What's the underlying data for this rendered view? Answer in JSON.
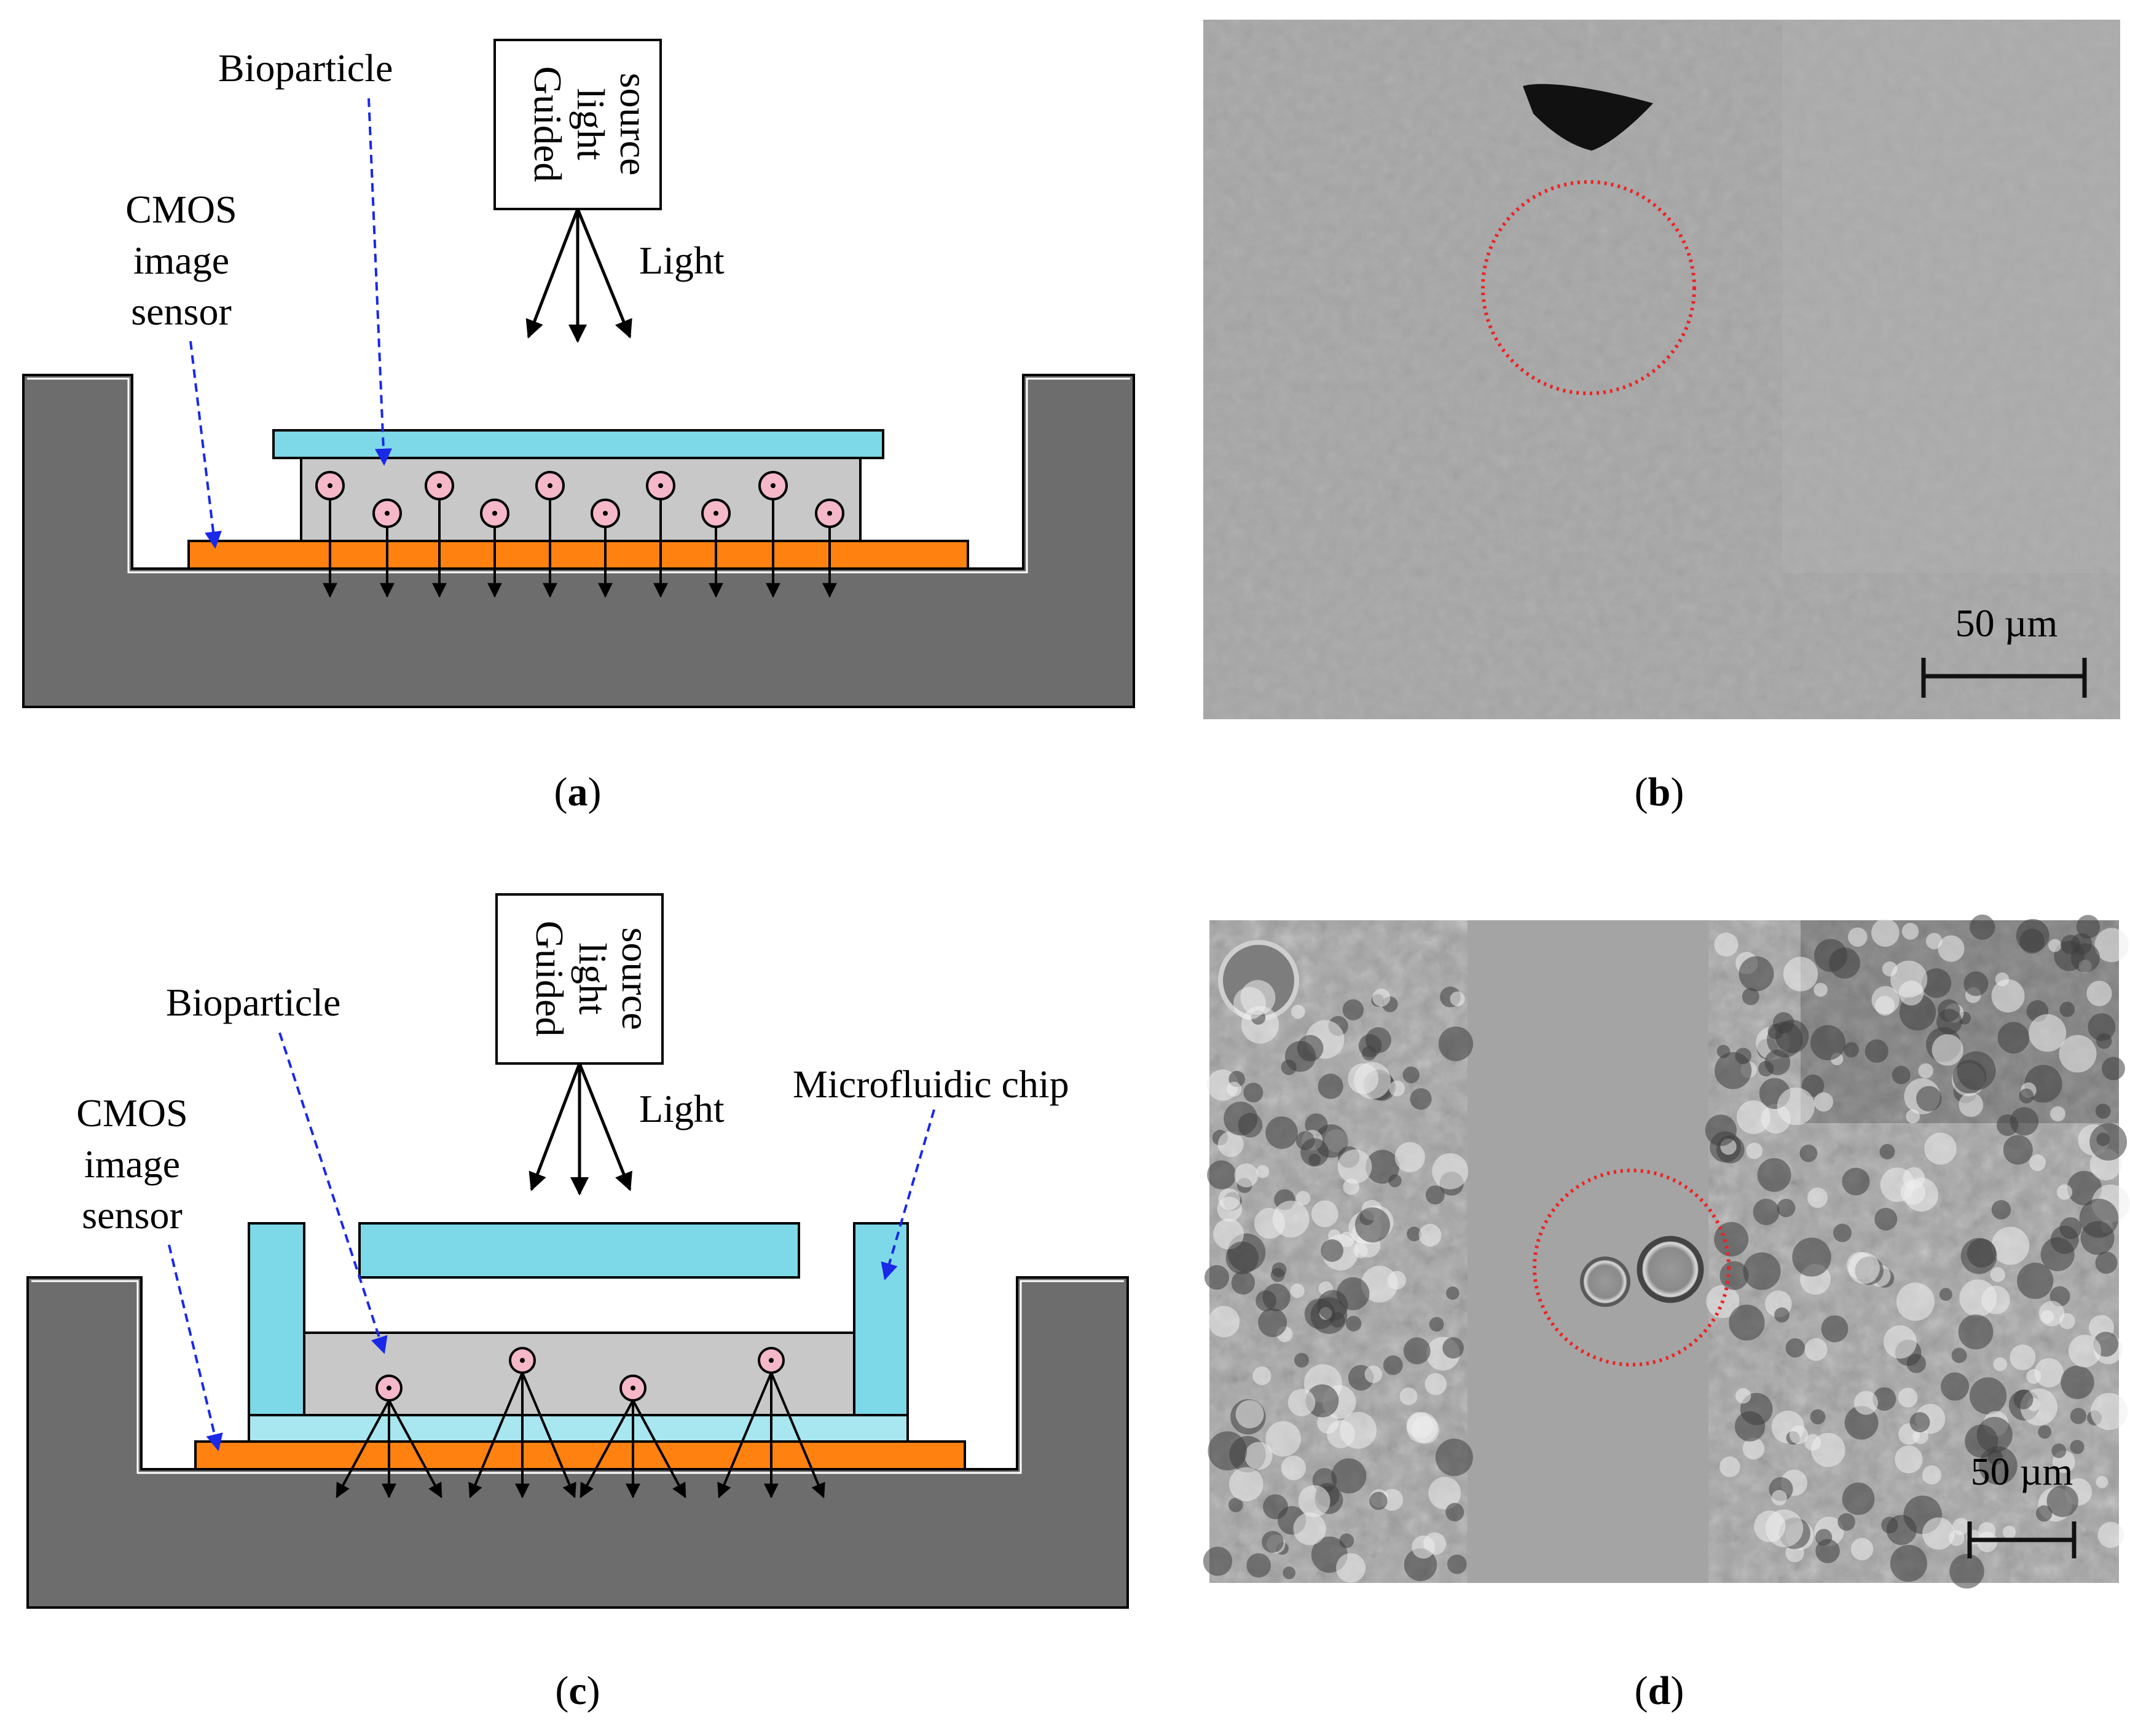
{
  "panel_a": {
    "panel_label_open": "(",
    "panel_label_letter": "a",
    "panel_label_close": ")",
    "light_source_lines": [
      "Guided",
      "light",
      "source"
    ],
    "light_label": "Light",
    "bioparticle_label": "Bioparticle",
    "cmos_label_lines": [
      "CMOS",
      "image",
      "sensor"
    ]
  },
  "panel_b": {
    "panel_label_open": "(",
    "panel_label_letter": "b",
    "panel_label_close": ")",
    "scale_label": "50 µm"
  },
  "panel_c": {
    "panel_label_open": "(",
    "panel_label_letter": "c",
    "panel_label_close": ")",
    "light_source_lines": [
      "Guided",
      "light",
      "source"
    ],
    "light_label": "Light",
    "bioparticle_label": "Bioparticle",
    "microfluidic_label": "Microfluidic chip",
    "cmos_label_lines": [
      "CMOS",
      "image",
      "sensor"
    ]
  },
  "panel_d": {
    "panel_label_open": "(",
    "panel_label_letter": "d",
    "panel_label_close": ")",
    "scale_label": "50 µm"
  },
  "colors": {
    "housing": "#6d6d6d",
    "glass": "#7dd8e8",
    "sample": "#c8c8c8",
    "sensor": "#ff8210",
    "particle": "#f5b8c8",
    "leader": "#1a28e8",
    "marker_circle": "#ee2222",
    "micrograph_bg": "#a6a6a6"
  }
}
